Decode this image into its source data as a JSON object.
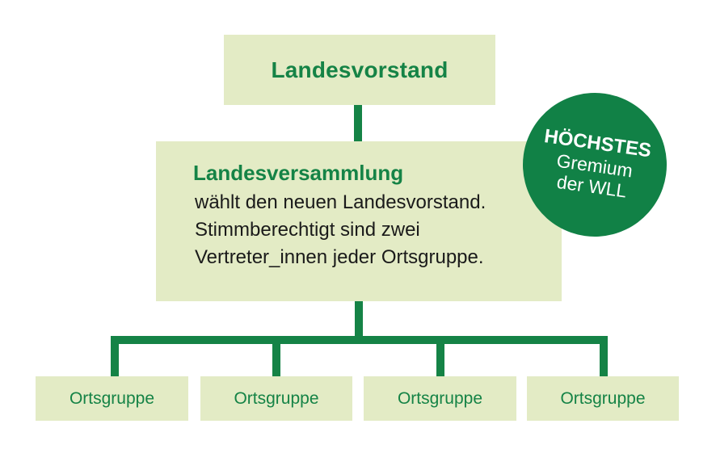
{
  "top": {
    "title": "Landesvorstand"
  },
  "middle": {
    "title": "Landesversammlung",
    "lines": [
      "wählt den neuen Landesvorstand.",
      "Stimmberechtigt sind zwei",
      "Vertreter_innen jeder Ortsgruppe."
    ]
  },
  "badge": {
    "line1": "HÖCHSTES",
    "line2": "Gremium",
    "line3": "der WLL"
  },
  "leaves": [
    {
      "label": "Ortsgruppe"
    },
    {
      "label": "Ortsgruppe"
    },
    {
      "label": "Ortsgruppe"
    },
    {
      "label": "Ortsgruppe"
    }
  ],
  "colors": {
    "box_fill": "#e3ebc5",
    "accent_green": "#158346",
    "text_dark": "#1a1a1a",
    "badge_fill": "#118146",
    "badge_text": "#ffffff"
  }
}
